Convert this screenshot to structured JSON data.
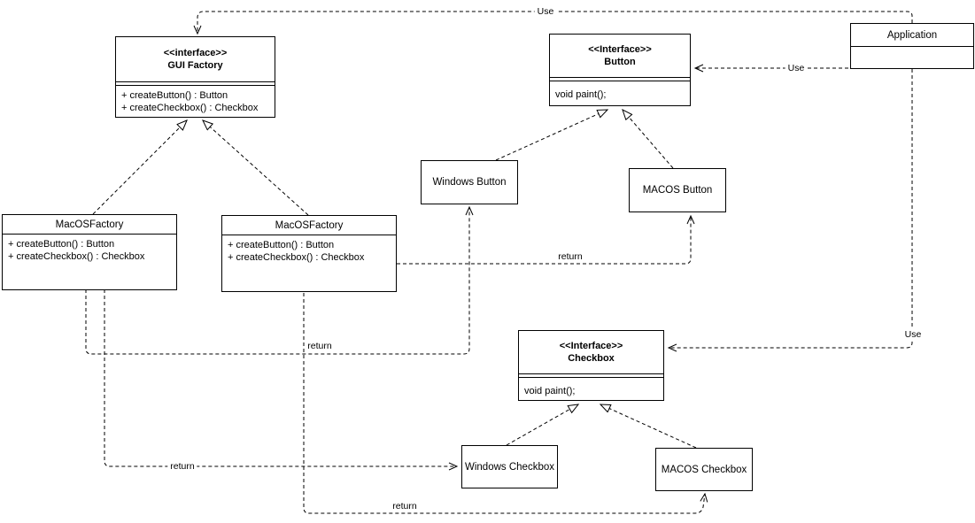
{
  "classes": {
    "gui_factory": {
      "stereotype": "<<interface>>",
      "name": "GUI Factory",
      "methods": [
        "+ createButton() : Button",
        "+ createCheckbox() : Checkbox"
      ]
    },
    "button_interface": {
      "stereotype": "<<Interface>>",
      "name": "Button",
      "methods": [
        "void paint();"
      ]
    },
    "checkbox_interface": {
      "stereotype": "<<Interface>>",
      "name": "Checkbox",
      "methods": [
        "void paint();"
      ]
    },
    "application": {
      "name": "Application"
    },
    "macos_factory_left": {
      "name": "MacOSFactory",
      "methods": [
        "+ createButton() : Button",
        "+ createCheckbox() : Checkbox"
      ]
    },
    "macos_factory_center": {
      "name": "MacOSFactory",
      "methods": [
        "+ createButton() : Button",
        "+ createCheckbox() : Checkbox"
      ]
    },
    "windows_button": {
      "name": "Windows Button"
    },
    "macos_button": {
      "name": "MACOS Button"
    },
    "windows_checkbox": {
      "name": "Windows Checkbox"
    },
    "macos_checkbox": {
      "name": "MACOS Checkbox"
    }
  },
  "edge_labels": {
    "use_gui_factory": "Use",
    "use_button": "Use",
    "use_checkbox": "Use",
    "return_windows_button": "return",
    "return_windows_checkbox": "return",
    "return_macos_checkbox": "return",
    "return_macos_button": "return"
  },
  "colors": {
    "line": "#000000",
    "background": "#ffffff",
    "box_fill": "#ffffff"
  }
}
